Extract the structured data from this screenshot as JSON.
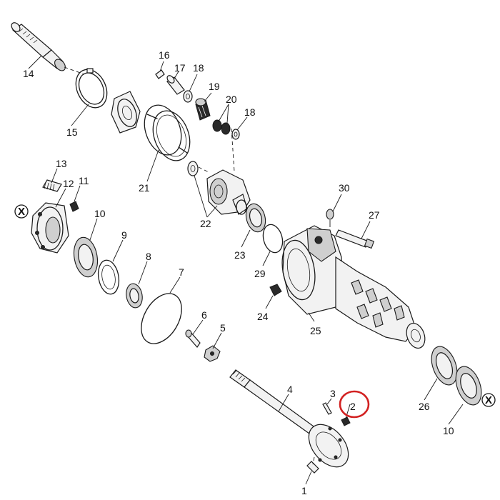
{
  "diagram": {
    "type": "exploded-parts-view",
    "highlight_color": "#d22121",
    "highlighted_label": "2",
    "part_labels": [
      "1",
      "2",
      "3",
      "4",
      "5",
      "6",
      "7",
      "8",
      "9",
      "10",
      "11",
      "12",
      "13",
      "14",
      "15",
      "16",
      "17",
      "18",
      "19",
      "20",
      "21",
      "22",
      "23",
      "24",
      "25",
      "26",
      "27",
      "29",
      "30"
    ],
    "labels": {
      "l1": "1",
      "l2": "2",
      "l3": "3",
      "l4": "4",
      "l5": "5",
      "l6": "6",
      "l7": "7",
      "l8": "8",
      "l9": "9",
      "l10a": "10",
      "l10b": "10",
      "l11": "11",
      "l12": "12",
      "l13": "13",
      "l14": "14",
      "l15": "15",
      "l16": "16",
      "l17": "17",
      "l18a": "18",
      "l18b": "18",
      "l19": "19",
      "l20": "20",
      "l21": "21",
      "l22": "22",
      "l23": "23",
      "l24": "24",
      "l25": "25",
      "l26": "26",
      "l27": "27",
      "l29": "29",
      "l30": "30"
    },
    "reference_markers": [
      "X",
      "X"
    ],
    "markers": {
      "left": "X",
      "right": "X"
    }
  }
}
